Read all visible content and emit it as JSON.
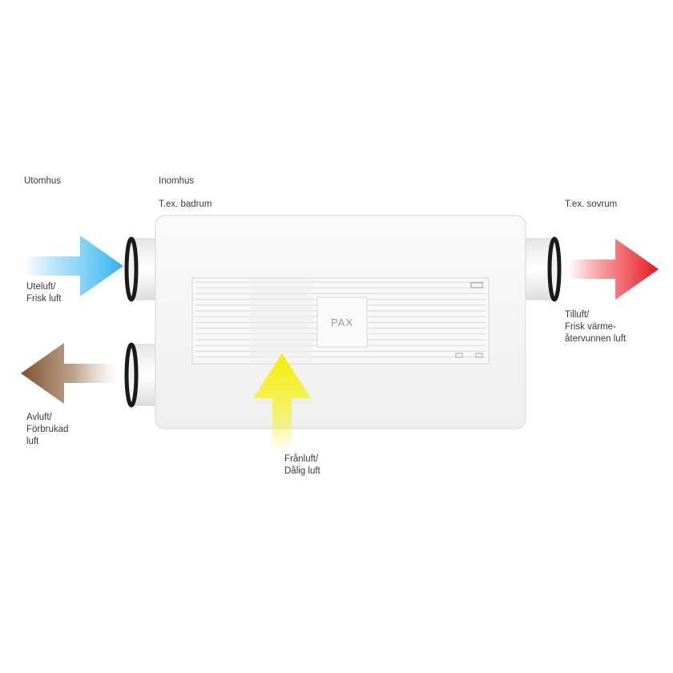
{
  "labels": {
    "outdoor": "Utomhus",
    "indoor": "Inomhus",
    "bathroom": "T.ex. badrum",
    "bedroom": "T.ex. sovrum",
    "outdoor_air": [
      "Uteluft/",
      "Frisk luft"
    ],
    "exhaust_air": [
      "Avluft/",
      "Förbrukad",
      "luft"
    ],
    "extract_air": [
      "Frånluft/",
      "Dålig luft"
    ],
    "supply_air": [
      "Tilluft/",
      "Frisk värme-",
      "återvunnen luft"
    ]
  },
  "device": {
    "logo": "PAX"
  },
  "colors": {
    "outdoor_air_arrow": "#3cb8f0",
    "exhaust_air_arrow": "#8a5a36",
    "extract_air_arrow": "#f5f000",
    "supply_air_arrow": "#e8202a",
    "unit_body": "#f7f7f7"
  }
}
